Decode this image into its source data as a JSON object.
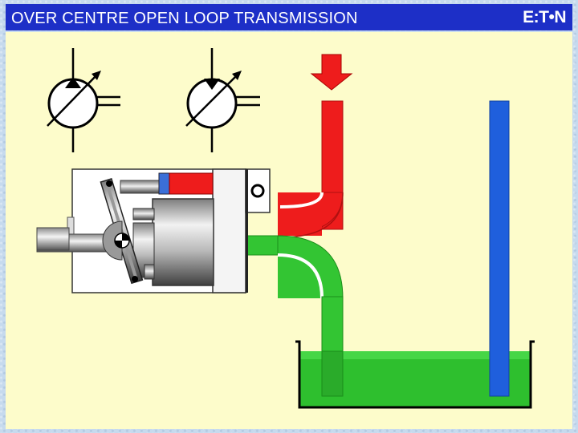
{
  "header": {
    "title": "OVER CENTRE OPEN LOOP TRANSMISSION",
    "logo_text": "E:T•N"
  },
  "colors": {
    "title_bar": "#1d2fc7",
    "panel": "#fdfccb",
    "pressure_line": "#ee1c1c",
    "suction_line": "#33c533",
    "return_line": "#1f5fdc",
    "tank_fluid": "#2ebf2e"
  },
  "icons": {
    "symbol_1": "variable-pump-symbol-flow-up",
    "symbol_2": "variable-pump-symbol-flow-down",
    "flow_arrow": "arrow-down-icon",
    "pump": "axial-piston-pump-icon",
    "tank": "reservoir-icon"
  }
}
